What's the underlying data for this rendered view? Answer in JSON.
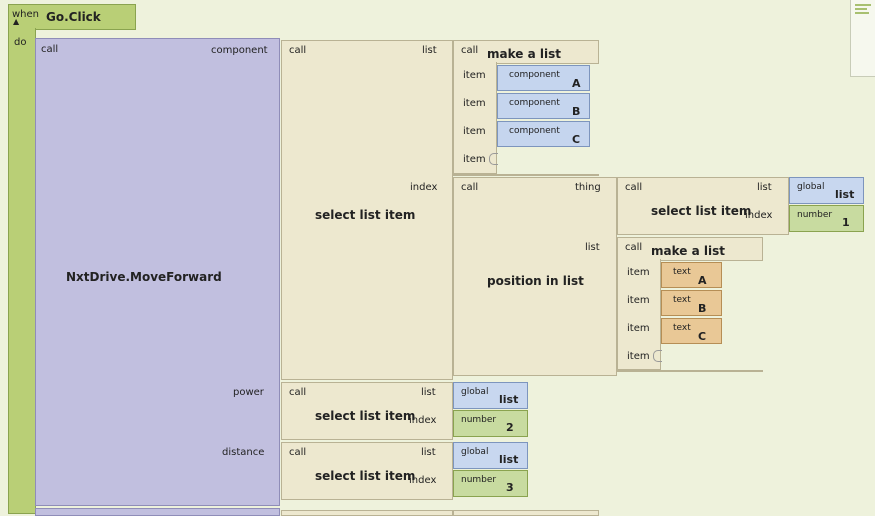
{
  "event": {
    "when_label": "when",
    "do_label": "do",
    "name": "Go.Click"
  },
  "proc": {
    "call_label": "call",
    "name": "NxtDrive.MoveForward",
    "args": [
      "component",
      "power",
      "distance"
    ]
  },
  "select_list_item": {
    "call_label": "call",
    "name": "select list item",
    "list_label": "list",
    "index_label": "index"
  },
  "make_list_1": {
    "call_label": "call",
    "name": "make a list",
    "item_label": "item",
    "items": [
      {
        "kind": "component",
        "value": "A"
      },
      {
        "kind": "component",
        "value": "B"
      },
      {
        "kind": "component",
        "value": "C"
      }
    ]
  },
  "position_in_list": {
    "call_label": "call",
    "name": "position in list",
    "thing_label": "thing",
    "list_label": "list"
  },
  "inner_select": {
    "call_label": "call",
    "name": "select list item",
    "list_label": "list",
    "index_label": "index",
    "global_kind": "global",
    "global_value": "list",
    "number_kind": "number",
    "number_value": "1"
  },
  "make_list_2": {
    "call_label": "call",
    "name": "make a list",
    "item_label": "item",
    "items": [
      {
        "kind": "text",
        "value": "A"
      },
      {
        "kind": "text",
        "value": "B"
      },
      {
        "kind": "text",
        "value": "C"
      }
    ]
  },
  "power_select": {
    "call_label": "call",
    "name": "select list item",
    "list_label": "list",
    "index_label": "index",
    "global_kind": "global",
    "global_value": "list",
    "number_kind": "number",
    "number_value": "2"
  },
  "distance_select": {
    "call_label": "call",
    "name": "select list item",
    "list_label": "list",
    "index_label": "index",
    "global_kind": "global",
    "global_value": "list",
    "number_kind": "number",
    "number_value": "3"
  }
}
